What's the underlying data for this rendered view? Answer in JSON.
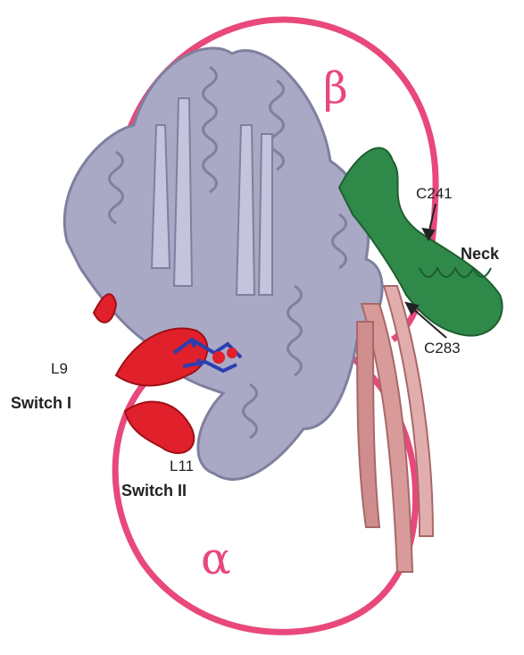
{
  "labels": {
    "beta": "β",
    "alpha": "α",
    "c241": "C241",
    "neck": "Neck",
    "c283": "C283",
    "l9": "L9",
    "switch1": "Switch I",
    "l11": "L11",
    "switch2": "Switch II"
  },
  "colors": {
    "domain_outline": "#e8487a",
    "protein_core": "#a9a9c6",
    "protein_shade": "#7f7f9e",
    "neck_helix": "#2f8a4a",
    "beta_sheet": "#d99a9a",
    "switch_loops": "#e0202a",
    "nucleotide": "#2a3fb0",
    "label_text": "#222222"
  }
}
